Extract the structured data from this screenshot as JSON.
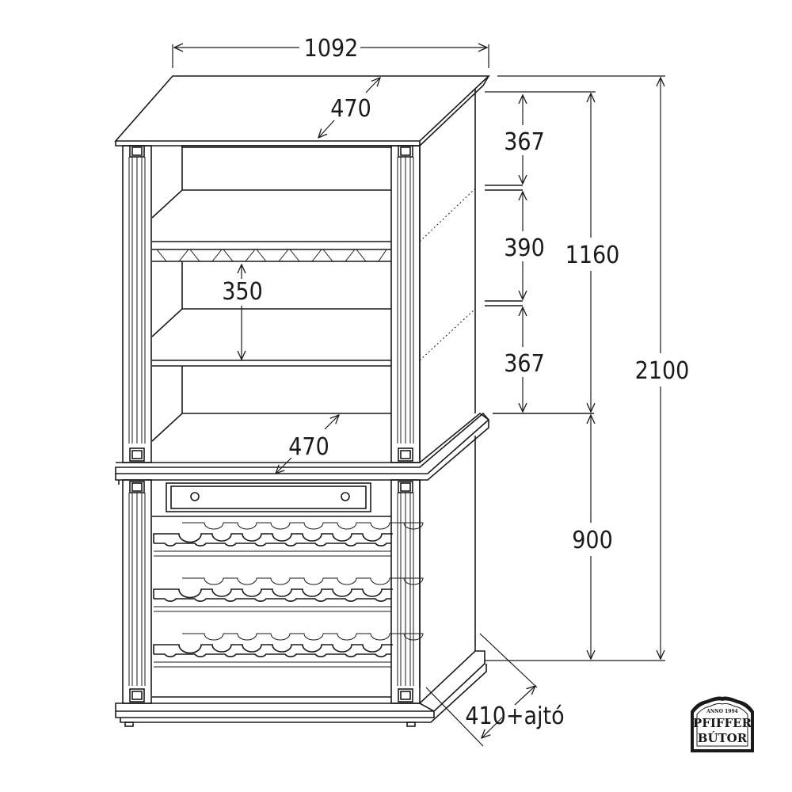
{
  "dimensions": {
    "total_width": "1092",
    "top_depth": "470",
    "rack_spacing": "350",
    "base_top_depth": "470",
    "upper_top_gap": "367",
    "middle_gap": "390",
    "upper_bottom_gap": "367",
    "upper_height": "1160",
    "lower_height": "900",
    "total_height": "2100",
    "base_depth": "410+ajtó"
  },
  "logo": {
    "anno": "ANNO 1994",
    "line1": "PFIFFER",
    "line2": "BÚTOR"
  }
}
